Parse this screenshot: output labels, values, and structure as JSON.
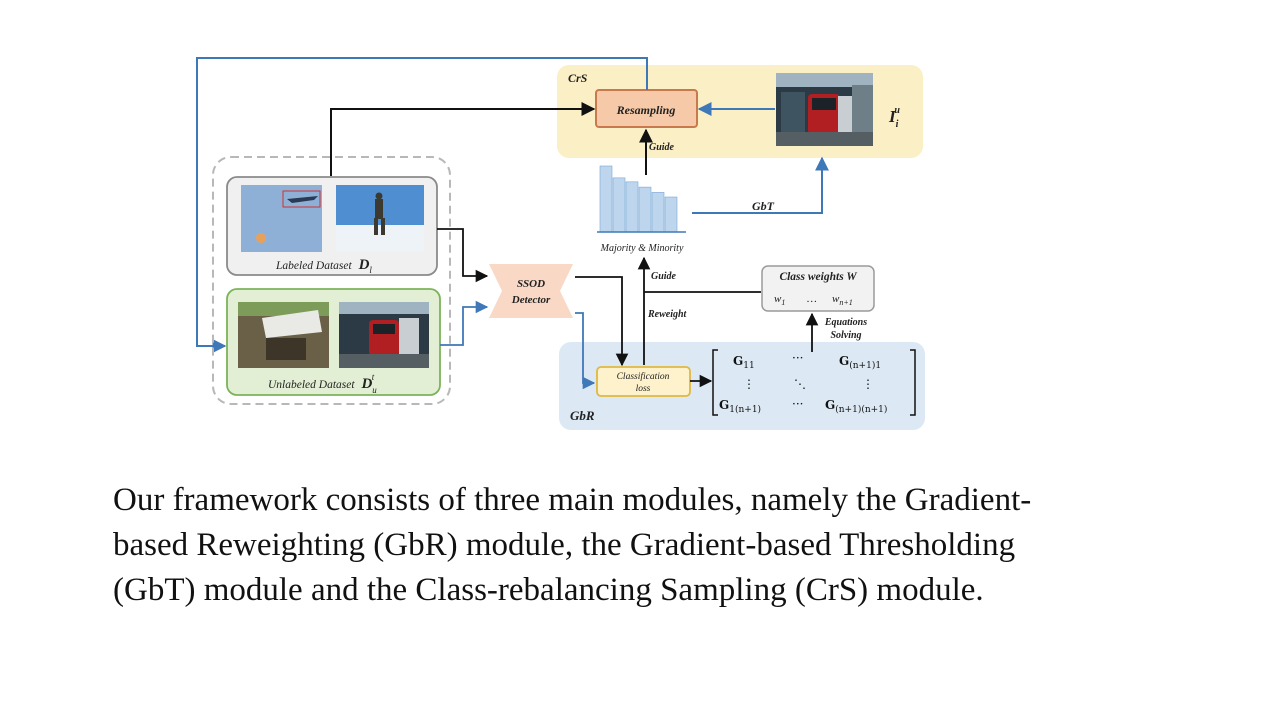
{
  "slide": {
    "caption": "Our framework consists of three main modules, namely the Gradient-based Reweighting (GbR) module, the Gradient-based Thresholding (GbT) module and the Class-rebalancing Sampling (CrS) module."
  },
  "diagram": {
    "crs_label": "CrS",
    "resampling_label": "Resampling",
    "image_label": "I",
    "image_sub": "i",
    "image_sup": "u",
    "guide_top": "Guide",
    "gbt_label": "GbT",
    "histogram_label": "Majority & Minority",
    "histogram_bars": [
      1.0,
      0.82,
      0.76,
      0.68,
      0.6,
      0.53
    ],
    "guide_mid": "Guide",
    "reweight_label": "Reweight",
    "class_weights_title": "Class weights W",
    "w1": "w",
    "w1_sub": "1",
    "wdots": "…",
    "wn": "w",
    "wn_sub": "n+1",
    "equations_line1": "Equations",
    "equations_line2": "Solving",
    "labeled_label": "Labeled Dataset",
    "labeled_sym": "D",
    "labeled_sub": "l",
    "unlabeled_label": "Unlabeled Dataset",
    "unlabeled_sym": "D",
    "unlabeled_sub": "u",
    "unlabeled_sup": "t",
    "detector_line1": "SSOD",
    "detector_line2": "Detector",
    "cls_line1": "Classification",
    "cls_line2": "loss",
    "gbr_label": "GbR",
    "matrix": {
      "g11": "G",
      "g11_sub": "11",
      "top_dots": "···",
      "gn1": "G",
      "gn1_sub": "(n+1)1",
      "vdots": "⋮",
      "ddots": "⋱",
      "g1n": "G",
      "g1n_sub": "1(n+1)",
      "bot_dots": "···",
      "gnn": "G",
      "gnn_sub": "(n+1)(n+1)"
    },
    "colors": {
      "crs_bg": "#fbefc6",
      "gbr_bg": "#dce9f5",
      "resampling_fill": "#f6c9a8",
      "resampling_stroke": "#c87a4e",
      "blue_arrow": "#3f78b8",
      "hist_bar": "#bdd6ee",
      "labeled_bg": "#f0f0f0",
      "unlabeled_bg": "#e2efd4",
      "unlabeled_stroke": "#7cb35a",
      "detector_fill": "#f9d9c6",
      "cls_fill": "#fdf2cc",
      "cls_stroke": "#e0b840"
    }
  }
}
